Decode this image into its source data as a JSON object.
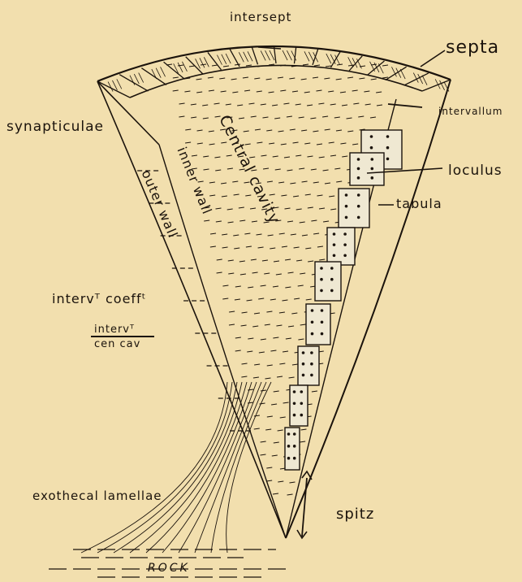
{
  "labels": {
    "intersept": "intersept",
    "septa": "septa",
    "intervallum": "intervallum",
    "synapticulae": "synapticulae",
    "central_cavity": "Central cavity",
    "inner_wall": "inner wall",
    "outer_wall": "outer wall",
    "loculus": "loculus",
    "tabula": "tabula",
    "interv_coeff": "intervᵀ coeffᵗ",
    "ratio_top": "intervᵀ",
    "ratio_bottom": "cen cav",
    "exothecal_lamellae": "exothecal lamellae",
    "spitz": "spitz",
    "rock": "ROCK"
  },
  "colors": {
    "paper": "#f2dfae",
    "ink": "#1b130c",
    "cell": "#efe8d2"
  }
}
